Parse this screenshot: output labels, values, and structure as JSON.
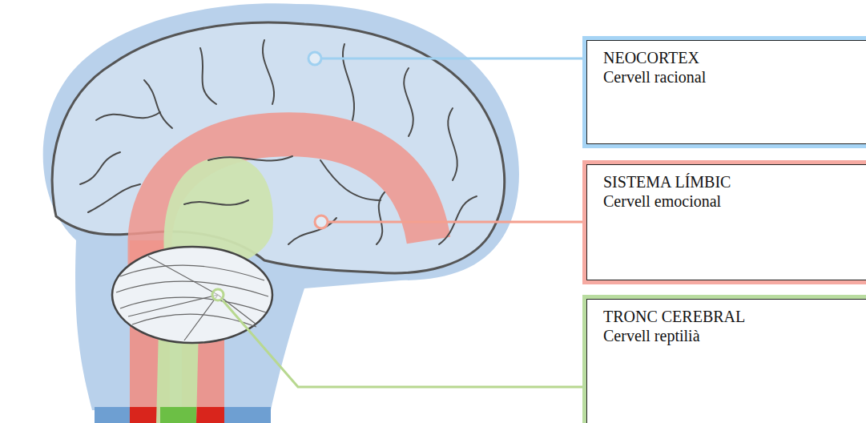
{
  "diagram": {
    "nodes": [
      {
        "text": [
          "NEOCORTEX",
          "Cervell racional"
        ]
      },
      {
        "text": [
          "SISTEMA LÍMBIC",
          "Cervell emocional"
        ]
      },
      {
        "text": [
          "TRONC CEREBRAL",
          "Cervell reptilià"
        ]
      }
    ]
  }
}
